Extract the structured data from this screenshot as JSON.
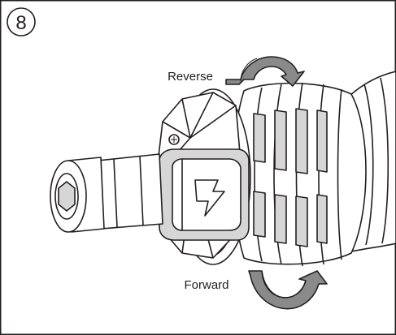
{
  "figure": {
    "step_number": "8",
    "labels": {
      "reverse": "Reverse",
      "forward": "Forward"
    }
  },
  "colors": {
    "line": "#231f20",
    "arrow_fill": "#8a8a8a",
    "shade": "#d6d6d6",
    "background": "#ffffff"
  }
}
